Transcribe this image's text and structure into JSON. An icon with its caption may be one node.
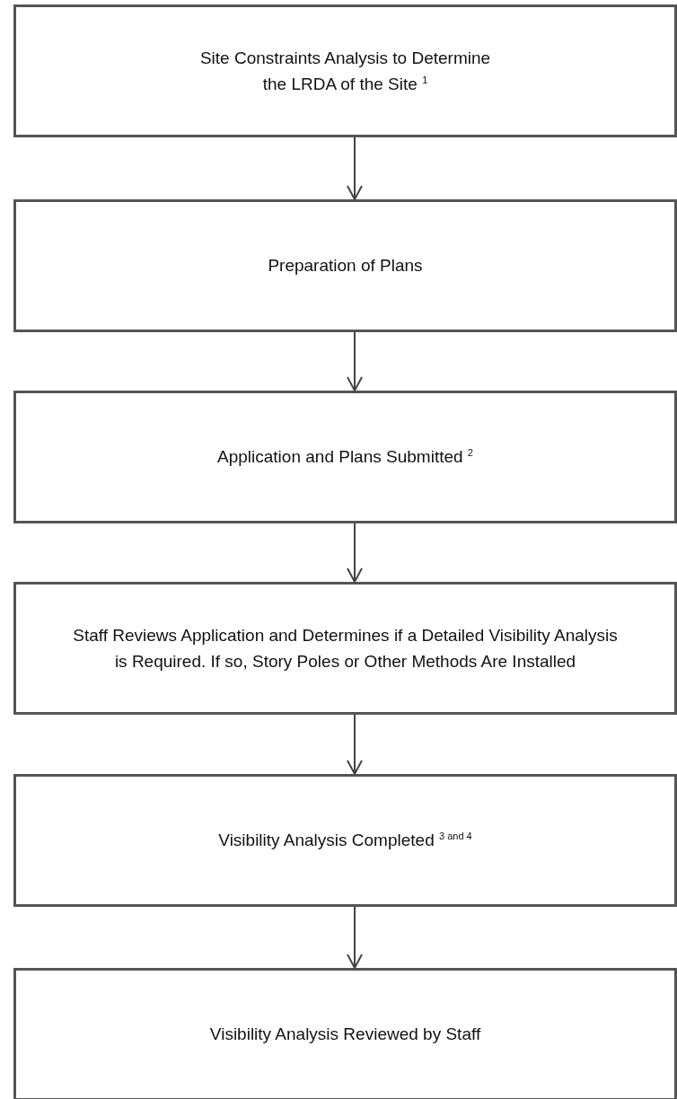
{
  "diagram": {
    "nodes": [
      {
        "text": [
          "Site Constraints Analysis to Determine the LRDA of the Site $^{1}$"
        ]
      },
      {
        "text": [
          "Preparation of Plans"
        ]
      },
      {
        "text": [
          "Application and Plans Submitted $^{2}$"
        ]
      },
      {
        "text": [
          "Staff Reviews Application and Determines if a Detailed Visibility Analysis is Required. If so, Story Poles or Other Methods Are Installed"
        ]
      },
      {
        "text": [
          "Visibility Analysis Completed $^{3 and 4}$"
        ]
      },
      {
        "text": [
          "Visibility Analysis Reviewed by Staff"
        ]
      }
    ],
    "edges": [
      {
        "from": 0,
        "to": 1,
        "arrow": "to"
      },
      {
        "from": 1,
        "to": 2,
        "arrow": "to"
      },
      {
        "from": 2,
        "to": 3,
        "arrow": "to"
      },
      {
        "from": 3,
        "to": 4,
        "arrow": "to"
      },
      {
        "from": 4,
        "to": 5,
        "arrow": "to"
      }
    ]
  }
}
